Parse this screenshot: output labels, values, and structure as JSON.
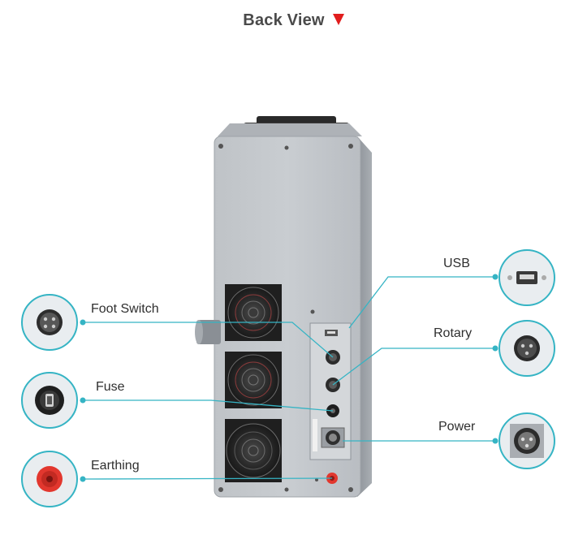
{
  "title": "Back View",
  "labels": {
    "foot_switch": "Foot Switch",
    "fuse": "Fuse",
    "earthing": "Earthing",
    "usb": "USB",
    "rotary": "Rotary",
    "power": "Power"
  },
  "colors": {
    "accent_line": "#35b4c4",
    "title_arrow": "#e11d1d",
    "earthing_red": "#e2372e",
    "panel_grey": "#c4c8cc"
  },
  "icons": {
    "title_arrow": "triangle-down-icon"
  }
}
